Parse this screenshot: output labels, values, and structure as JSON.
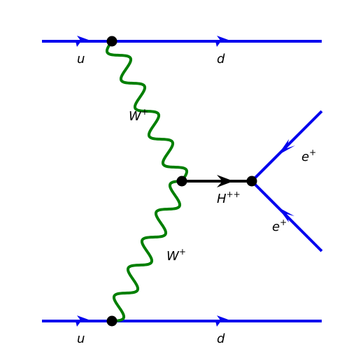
{
  "colors": {
    "fermion": "#0000ee",
    "boson": "#007f00",
    "scalar": "#000000",
    "vertex": "#000000"
  },
  "labels": {
    "u_top": "u",
    "d_top": "d",
    "u_bottom": "u",
    "d_bottom": "d",
    "w_top_base": "W",
    "w_top_sup": "+",
    "w_bottom_base": "W",
    "w_bottom_sup": "+",
    "higgs_base": "H",
    "higgs_sup": "++",
    "e_upper_base": "e",
    "e_upper_sup": "+",
    "e_lower_base": "e",
    "e_lower_sup": "+"
  }
}
